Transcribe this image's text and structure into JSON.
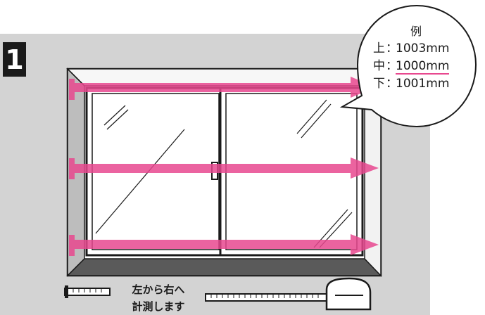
{
  "step": {
    "number": "1"
  },
  "bubble": {
    "title": "例",
    "rows": [
      {
        "label": "上",
        "separator": "：",
        "value": "1003mm",
        "highlighted": false
      },
      {
        "label": "中",
        "separator": "：",
        "value": "1000mm",
        "highlighted": true
      },
      {
        "label": "下",
        "separator": "：",
        "value": "1001mm",
        "highlighted": false
      }
    ]
  },
  "caption": {
    "line1": "左から右へ",
    "line2": "計測します"
  },
  "colors": {
    "arrow": "#e8488f",
    "panel": "#d3d3d3",
    "frame_shadow": "#5a5a5a",
    "badge": "#1a1a1a"
  },
  "arrows": [
    {
      "position": "top",
      "direction": "left-to-right"
    },
    {
      "position": "middle",
      "direction": "left-to-right"
    },
    {
      "position": "bottom",
      "direction": "left-to-right"
    }
  ],
  "icons": [
    "tape-measure-icon"
  ]
}
